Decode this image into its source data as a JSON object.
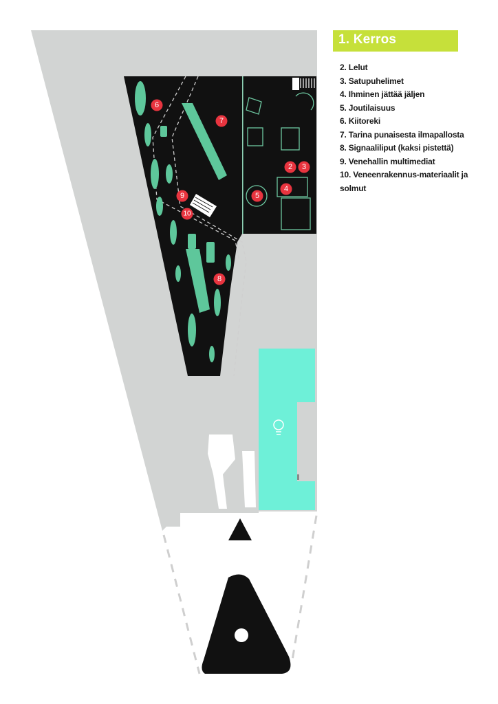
{
  "header": {
    "title": "1. Kerros"
  },
  "legend": {
    "items": [
      "2. Lelut",
      "3. Satupuhelimet",
      "4. Ihminen jättää jäljen",
      "5. Joutilaisuus",
      "6. Kiitoreki",
      "7. Tarina punaisesta ilmapallosta",
      "8. Signaaliliput (kaksi pistettä)",
      "9. Venehallin multimediat",
      "10. Veneenrakennus-materiaalit ja solmut"
    ]
  },
  "markers": [
    "2",
    "3",
    "4",
    "5",
    "6",
    "7",
    "8",
    "9",
    "10"
  ],
  "colors": {
    "floor": "#d2d4d3",
    "hall": "#111111",
    "boat": "#5ec79b",
    "highlight": "#6ef0d8",
    "marker": "#e8343f",
    "title_bg": "#c6e03a",
    "dashed": "#cfcfcf"
  },
  "icons": {
    "lightbulb": "lightbulb-icon"
  }
}
